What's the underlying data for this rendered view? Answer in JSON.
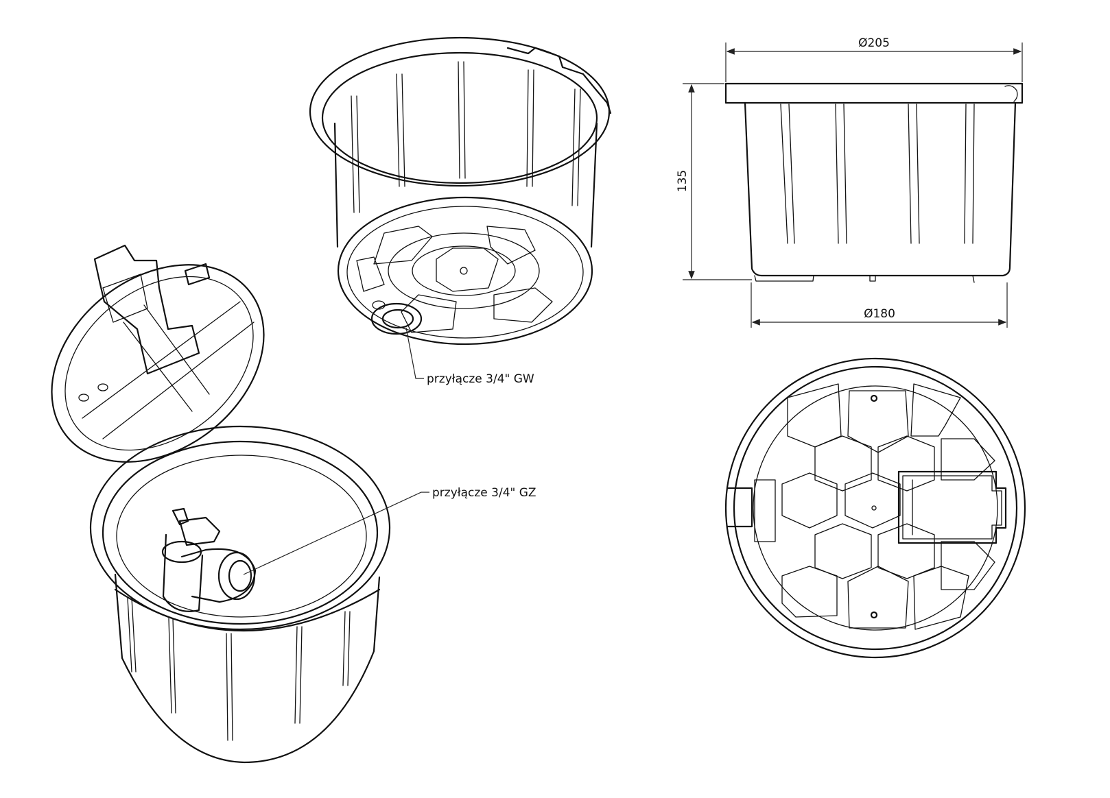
{
  "dimensions": {
    "top_diameter": "Ø205",
    "bottom_diameter": "Ø180",
    "height": "135"
  },
  "callouts": {
    "bottom_connection": "przyłącze 3/4\" GW",
    "valve_connection": "przyłącze 3/4\" GZ"
  }
}
